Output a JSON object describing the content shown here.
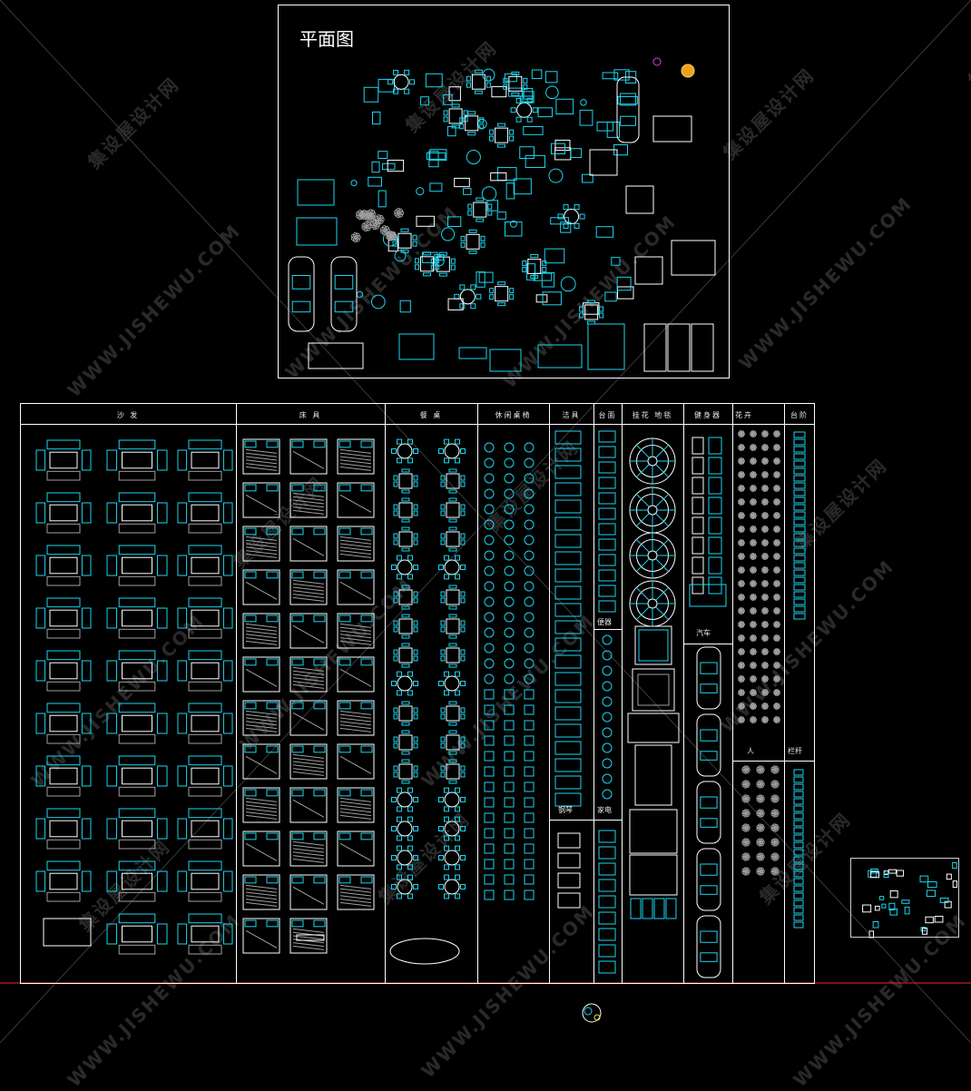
{
  "colors": {
    "background": "#000000",
    "frame": "#ffffff",
    "symbol_cyan": "#19d7f0",
    "symbol_gray": "#a0a0a0",
    "symbol_white": "#ffffff",
    "baseline_red": "#c81e1e",
    "accent_orange": "#f0a020",
    "accent_yellow": "#f0e040",
    "accent_magenta": "#e040e0"
  },
  "plan": {
    "title": "平面图"
  },
  "library": {
    "columns": [
      {
        "key": "sofa",
        "label": "沙 发"
      },
      {
        "key": "bed",
        "label": "床 具"
      },
      {
        "key": "dining",
        "label": "餐 桌"
      },
      {
        "key": "leisure",
        "label": "休闲桌椅"
      },
      {
        "key": "bath",
        "label": "洁具"
      },
      {
        "key": "cabinet",
        "label": "台面"
      },
      {
        "key": "carpet",
        "label": "挂花 地毯"
      },
      {
        "key": "gym",
        "label": "健身器"
      },
      {
        "key": "plants",
        "label": "花卉"
      },
      {
        "key": "steps",
        "label": "台阶"
      }
    ],
    "sublabels": {
      "urinal": "便器",
      "piano": "钢琴",
      "appliance": "家电",
      "car": "汽车",
      "people": "人",
      "railing": "栏杆"
    }
  },
  "watermark": {
    "cn": "集设屋设计网",
    "en": "WWW.JISHEWU.COM"
  }
}
